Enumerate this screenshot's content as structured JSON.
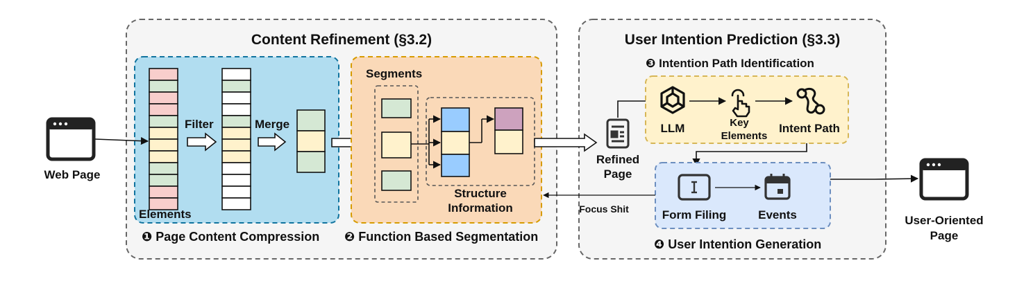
{
  "left_panel": {
    "title": "Content Refinement (§3.2)",
    "compression": {
      "label": "❶ Page Content Compression",
      "filter": "Filter",
      "merge": "Merge",
      "elements": "Elements"
    },
    "segmentation": {
      "label": "❷ Function Based Segmentation",
      "segments": "Segments",
      "structure_line1": "Structure",
      "structure_line2": "Information"
    }
  },
  "right_panel": {
    "title": "User Intention Prediction (§3.3)",
    "identification": {
      "label": "❸ Intention Path Identification",
      "llm": "LLM",
      "key_line1": "Key",
      "key_line2": "Elements",
      "intent_path": "Intent Path"
    },
    "generation": {
      "label": "❹ User Intention Generation",
      "form": "Form Filing",
      "events": "Events"
    }
  },
  "web_page": "Web Page",
  "refined_line1": "Refined",
  "refined_line2": "Page",
  "focus_shift": "Focus Shit",
  "user_oriented_line1": "User-Oriented",
  "user_oriented_line2": "Page",
  "colors": {
    "compression_bg": "#b1ddf0",
    "segmentation_bg": "#fad9b8",
    "identification_bg": "#fff2cc",
    "generation_bg": "#dae8fc",
    "panel_bg": "#f5f5f5",
    "red_cell": "#f8cecc",
    "green_cell": "#d5e8d4",
    "yellow_cell": "#fff2cc",
    "blue_cell": "#99ccff",
    "purple_cell": "#cda2be"
  },
  "left_column_cells": [
    "red",
    "green",
    "red",
    "red",
    "green",
    "yellow",
    "yellow",
    "yellow",
    "green",
    "green",
    "red",
    "red"
  ],
  "middle_column_cells": [
    "white",
    "green",
    "white",
    "white",
    "green",
    "yellow",
    "yellow",
    "yellow",
    "white",
    "white",
    "white",
    "white"
  ]
}
